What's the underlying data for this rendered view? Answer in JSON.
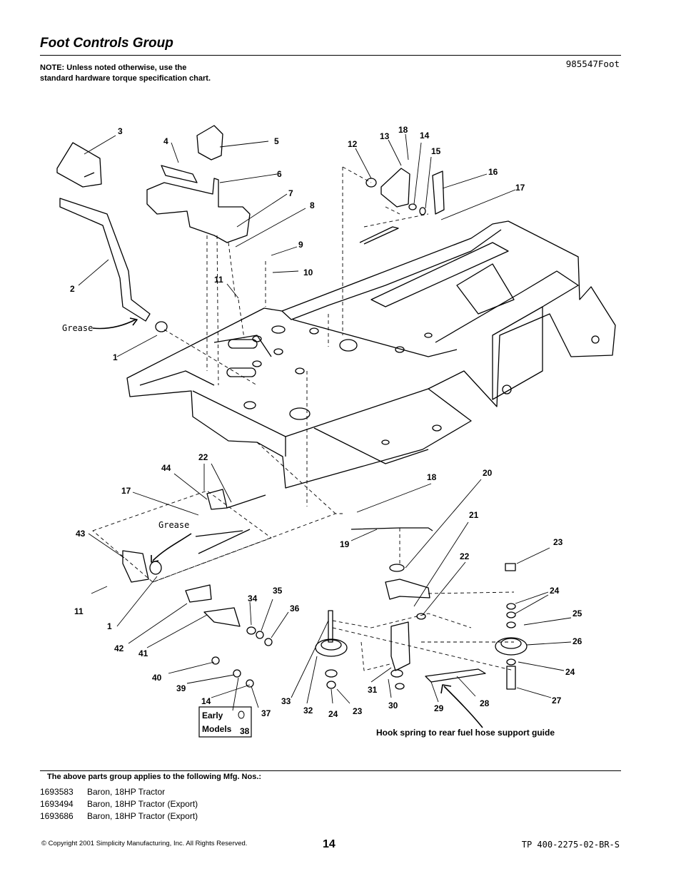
{
  "header": {
    "title": "Foot Controls Group",
    "drawing_code": "985547Foot",
    "note": "NOTE: Unless noted otherwise, use the standard hardware torque specification chart."
  },
  "diagram": {
    "callouts": [
      "1",
      "2",
      "3",
      "4",
      "5",
      "6",
      "7",
      "8",
      "9",
      "10",
      "11",
      "12",
      "13",
      "18",
      "14",
      "15",
      "16",
      "17",
      "44",
      "22",
      "17",
      "43",
      "18",
      "20",
      "21",
      "19",
      "22",
      "23",
      "24",
      "25",
      "26",
      "24",
      "27",
      "28",
      "29",
      "30",
      "31",
      "33",
      "32",
      "24",
      "23",
      "11",
      "1",
      "42",
      "41",
      "34",
      "35",
      "36",
      "40",
      "39",
      "14",
      "37",
      "38"
    ],
    "grease_label_top": "Grease",
    "grease_label_mid": "Grease",
    "early_models": "Early Models",
    "hook_note": "Hook spring to rear fuel hose support guide"
  },
  "footer": {
    "applies_title": "The above parts group applies to the following Mfg. Nos.:",
    "models": [
      {
        "no": "1693583",
        "desc": "Baron, 18HP Tractor"
      },
      {
        "no": "1693494",
        "desc": "Baron, 18HP Tractor (Export)"
      },
      {
        "no": "1693686",
        "desc": "Baron, 18HP Tractor (Export)"
      }
    ],
    "copyright": "© Copyright  2001 Simplicity Manufacturing, Inc. All Rights Reserved.",
    "page_number": "14",
    "doc_code": "TP 400-2275-02-BR-S"
  }
}
